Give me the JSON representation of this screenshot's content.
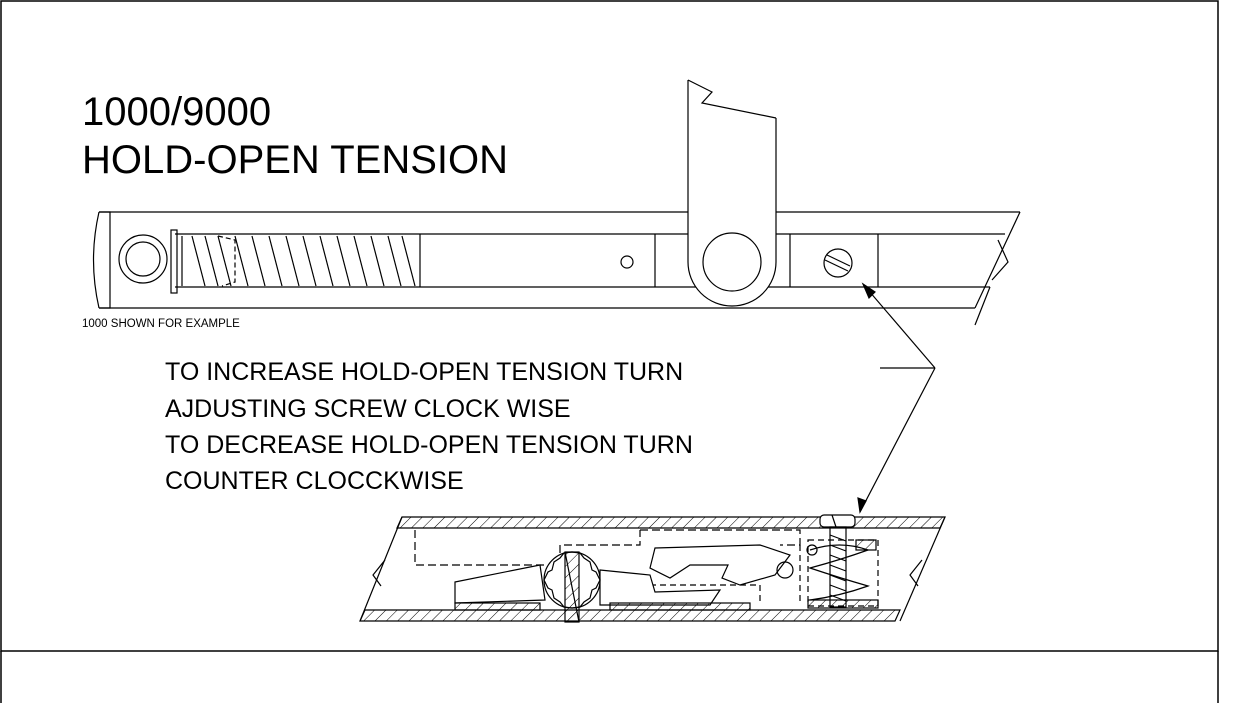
{
  "title": {
    "line1": "1000/9000",
    "line2": "HOLD-OPEN TENSION"
  },
  "caption": "1000 SHOWN FOR EXAMPLE",
  "instructions": [
    "TO INCREASE HOLD-OPEN TENSION TURN",
    "AJDUSTING SCREW CLOCK WISE",
    "TO DECREASE HOLD-OPEN TENSION TURN",
    "COUNTER CLOCCKWISE"
  ],
  "colors": {
    "line": "#000000",
    "background": "#ffffff"
  }
}
